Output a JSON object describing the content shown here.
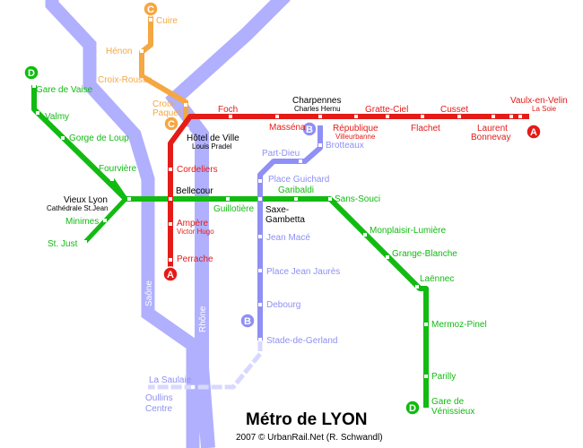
{
  "title": "Métro de LYON",
  "credit": "2007 © UrbanRail.Net (R. Schwandl)",
  "rivers": {
    "saone": "Saône",
    "rhone": "Rhône"
  },
  "colors": {
    "line_a": "#e41b17",
    "line_b": "#8f8ff5",
    "line_c": "#f5a742",
    "line_d": "#11bb11",
    "river": "#b0b0ff",
    "tram_extension": "#d8d8ff"
  },
  "lines": {
    "a": {
      "letter": "A"
    },
    "b": {
      "letter": "B"
    },
    "c": {
      "letter": "C"
    },
    "d": {
      "letter": "D"
    }
  },
  "stations": {
    "cuire": "Cuire",
    "henon": "Hénon",
    "croix_rousse": "Croix-Rousse",
    "croix_paquet_1": "Croix-",
    "croix_paquet_2": "Paquet",
    "gare_de_vaise": "Gare de Vaise",
    "valmy": "Valmy",
    "gorge_de_loup": "Gorge de Loup",
    "fourviere": "Fourvière",
    "vieux_lyon": "Vieux Lyon",
    "vieux_lyon_sub": "Cathédrale  St.Jean",
    "minimes": "Minimes",
    "st_just": "St. Just",
    "hotel_de_ville": "Hôtel de Ville",
    "hotel_de_ville_sub": "Louis Pradel",
    "foch": "Foch",
    "massena": "Masséna",
    "charpennes_1": "Charpennes",
    "charpennes_2": "Charles Hernu",
    "republique": "République",
    "republique_sub": "Villeurbanne",
    "gratte_ciel": "Gratte-Ciel",
    "flachet": "Flachet",
    "cusset": "Cusset",
    "laurent_bonnevay_1": "Laurent",
    "laurent_bonnevay_2": "Bonnevay",
    "vaulx_en_velin": "Vaulx-en-Velin",
    "vaulx_en_velin_sub": "La Soie",
    "brotteaux": "Brotteaux",
    "part_dieu": "Part-Dieu",
    "place_guichard": "Place Guichard",
    "cordeliers": "Cordeliers",
    "bellecour": "Bellecour",
    "guillotiere": "Guillotière",
    "garibaldi": "Garibaldi",
    "sans_souci": "Sans-Souci",
    "saxe_gambetta_1": "Saxe-",
    "saxe_gambetta_2": "Gambetta",
    "ampere": "Ampère",
    "ampere_sub": "Victor Hugo",
    "perrache": "Perrache",
    "jean_mace": "Jean Macé",
    "place_jean_jaures": "Place Jean Jaurès",
    "debourg": "Debourg",
    "stade_de_gerland": "Stade-de-Gerland",
    "monplaisir_lumiere": "Monplaisir-Lumière",
    "grange_blanche": "Grange-Blanche",
    "laennec": "Laënnec",
    "mermoz_pinel": "Mermoz-Pinel",
    "parilly": "Parilly",
    "gare_de_venissieux_1": "Gare de",
    "gare_de_venissieux_2": "Vénissieux",
    "la_saulaie": "La Saulaie",
    "oullins_1": "Oullins",
    "oullins_2": "Centre"
  }
}
